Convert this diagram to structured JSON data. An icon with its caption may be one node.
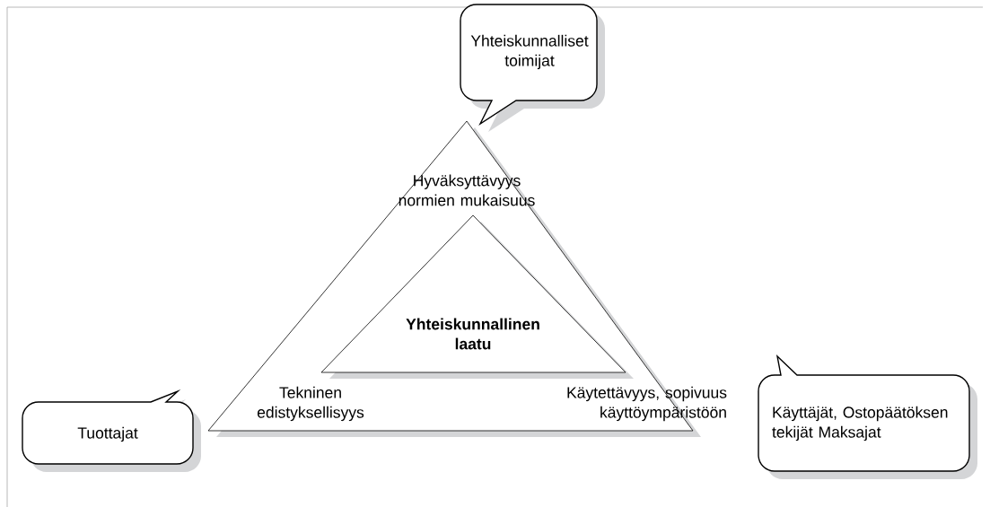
{
  "diagram": {
    "nodes": [
      {
        "text": [
          "Yhteiskunnalliset toimijat"
        ]
      },
      {
        "text": [
          "Hyväksyttävyys normien mukaisuus",
          "Tekninen edistyksellisyys",
          "Käytettävyys, sopivuus käyttöympäristöön"
        ]
      },
      {
        "text": [
          "Yhteiskunnallinen laatu"
        ],
        "in": 1
      },
      {
        "text": [
          "Tuottajat"
        ]
      },
      {
        "text": [
          "Käyttäjät, Ostopäätöksen tekijät Maksajat"
        ]
      }
    ]
  }
}
